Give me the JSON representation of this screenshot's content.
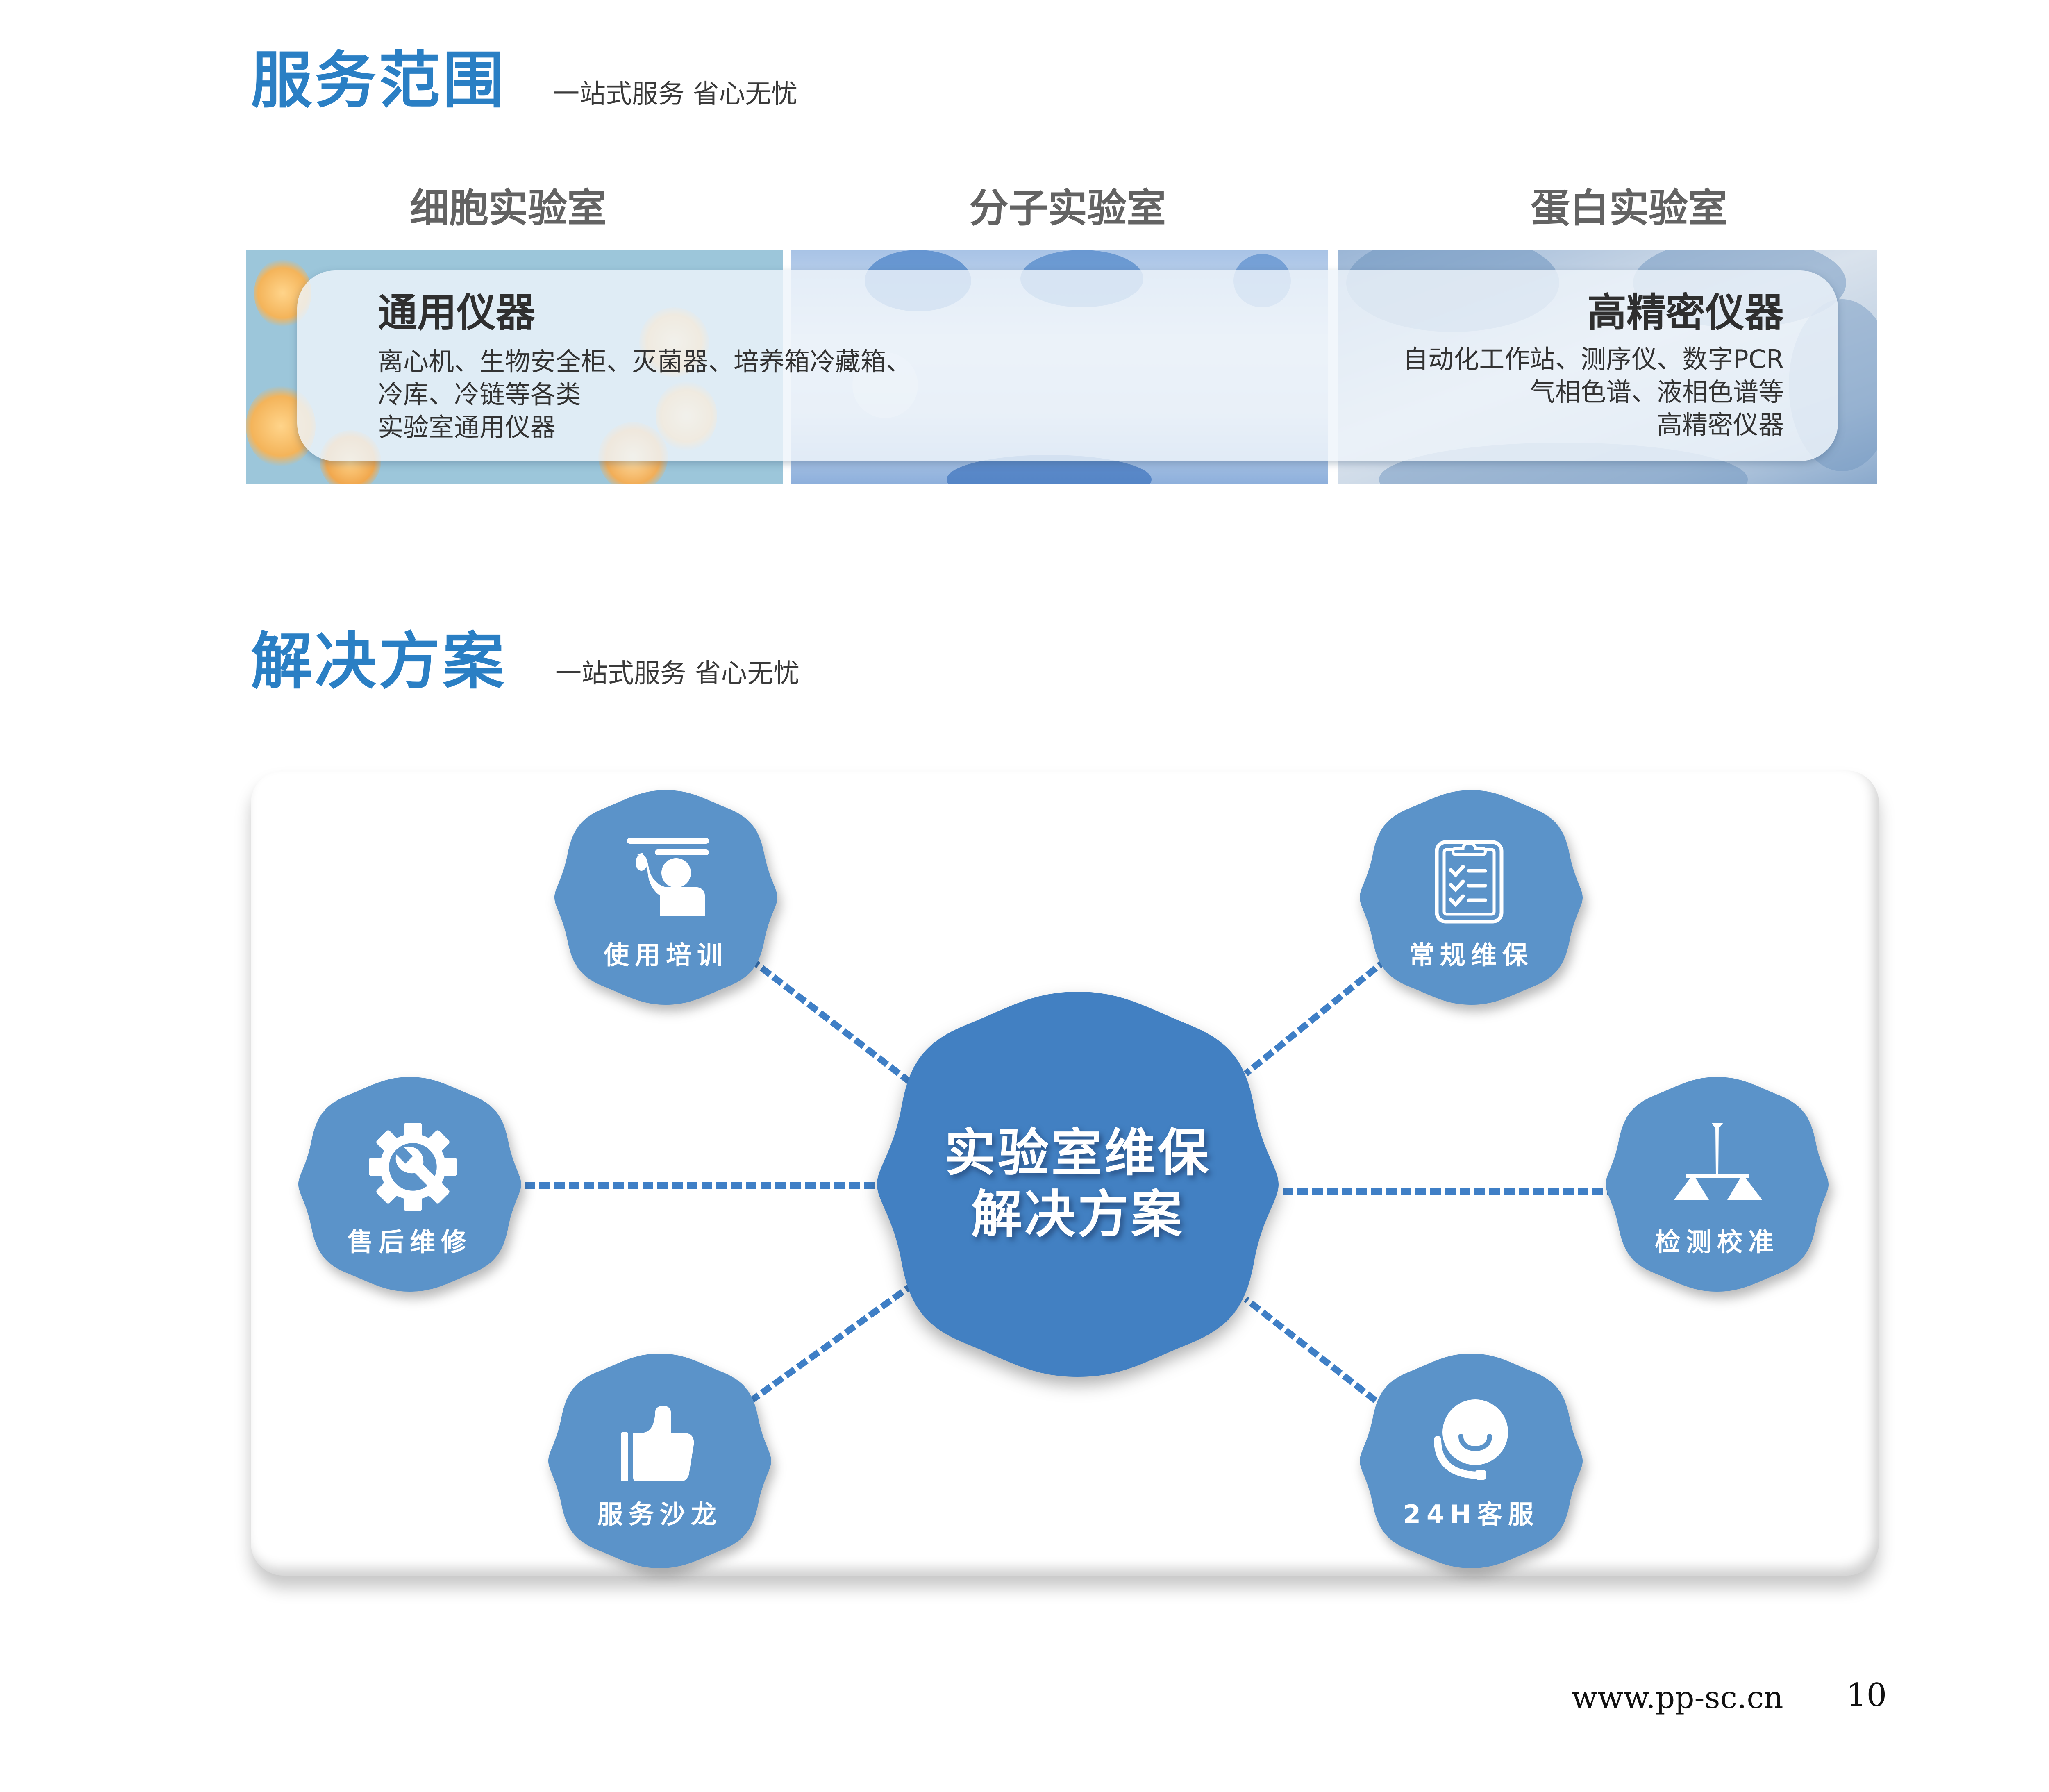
{
  "service_scope": {
    "title": "服务范围",
    "subtitle": "一站式服务  省心无忧",
    "labs": [
      {
        "label": "细胞实验室"
      },
      {
        "label": "分子实验室"
      },
      {
        "label": "蛋白实验室"
      }
    ],
    "general_instruments": {
      "title": "通用仪器",
      "lines": [
        "离心机、生物安全柜、灭菌器、培养箱冷藏箱、",
        "冷库、冷链等各类",
        "实验室通用仪器"
      ]
    },
    "precision_instruments": {
      "title": "高精密仪器",
      "lines": [
        "自动化工作站、测序仪、数字PCR",
        "气相色谱、液相色谱等",
        "高精密仪器"
      ]
    }
  },
  "solutions": {
    "title": "解决方案",
    "subtitle": "一站式服务  省心无忧",
    "center": {
      "line1": "实验室维保",
      "line2": "解决方案"
    },
    "nodes": [
      {
        "label": "使用培训",
        "icon": "training-icon"
      },
      {
        "label": "常规维保",
        "icon": "clipboard-checklist-icon"
      },
      {
        "label": "售后维修",
        "icon": "gear-wrench-icon"
      },
      {
        "label": "检测校准",
        "icon": "balance-lamp-icon"
      },
      {
        "label": "服务沙龙",
        "icon": "thumbs-up-icon"
      },
      {
        "label": "24H客服",
        "icon": "headset-agent-icon"
      }
    ]
  },
  "colors": {
    "title_blue": "#2a7fc4",
    "center_badge": "#4280c2",
    "node_badge": "#5b93c9",
    "connector": "#3f7fc6"
  },
  "footer": {
    "url": "www.pp-sc.cn",
    "page": "10"
  }
}
